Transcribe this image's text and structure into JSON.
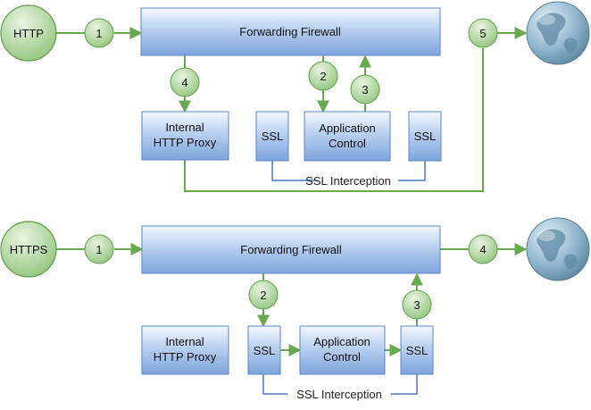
{
  "colors": {
    "box_top": "#f4f8fd",
    "box_mid": "#b8d0f0",
    "box_bottom": "#7ea3dc",
    "box_stroke": "#5b87c9",
    "green_light": "#e9f5e1",
    "green_dark": "#8cc278",
    "green_stroke": "#5f9e49",
    "arrow": "#68a84f",
    "line_blue": "#4a78c2"
  },
  "icons": {
    "globe": "globe-icon"
  },
  "top_flow": {
    "source_label": "HTTP",
    "firewall_label": "Forwarding Firewall",
    "proxy_label_line1": "Internal",
    "proxy_label_line2": "HTTP Proxy",
    "ssl_left_label": "SSL",
    "app_label_line1": "Application",
    "app_label_line2": "Control",
    "ssl_right_label": "SSL",
    "interception_label": "SSL Interception",
    "steps": [
      "1",
      "2",
      "3",
      "4",
      "5"
    ]
  },
  "bottom_flow": {
    "source_label": "HTTPS",
    "firewall_label": "Forwarding Firewall",
    "proxy_label_line1": "Internal",
    "proxy_label_line2": "HTTP Proxy",
    "ssl_left_label": "SSL",
    "app_label_line1": "Application",
    "app_label_line2": "Control",
    "ssl_right_label": "SSL",
    "interception_label": "SSL Interception",
    "steps": [
      "1",
      "2",
      "3",
      "4"
    ]
  }
}
